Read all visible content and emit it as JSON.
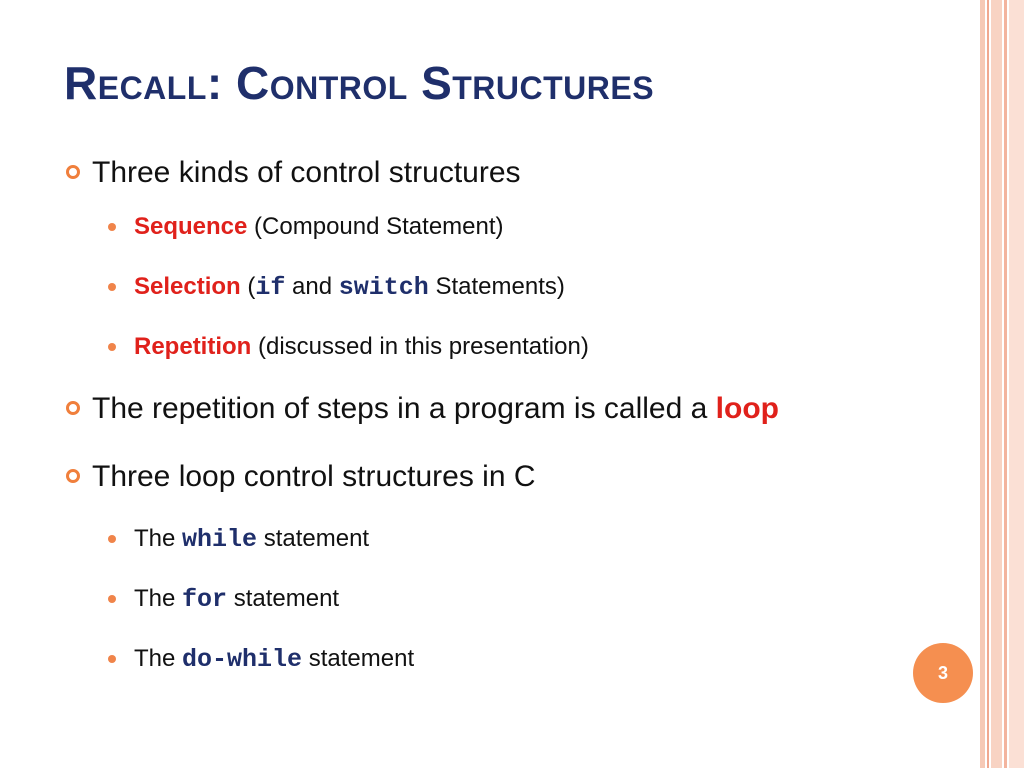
{
  "title": "Recall: Control Structures",
  "bullets": {
    "b1": "Three kinds of control structures",
    "b1_sub": [
      {
        "bold": "Sequence",
        "rest": " (Compound Statement)"
      },
      {
        "bold": "Selection",
        "pre": " (",
        "code1": "if",
        "mid": " and ",
        "code2": "switch",
        "rest": " Statements)"
      },
      {
        "bold": "Repetition",
        "rest": " (discussed in this presentation)"
      }
    ],
    "b2_text": "The repetition of steps in a program is called a ",
    "b2_bold": "loop",
    "b3": "Three loop control structures in C",
    "b3_sub": [
      {
        "pre": "The ",
        "code": "while",
        "rest": " statement"
      },
      {
        "pre": "The ",
        "code": "for",
        "rest": " statement"
      },
      {
        "pre": "The ",
        "code": "do-while",
        "rest": " statement"
      }
    ]
  },
  "page_number": "3",
  "colors": {
    "title": "#1f2f6b",
    "highlight": "#e0211b",
    "accent": "#f58f50"
  }
}
